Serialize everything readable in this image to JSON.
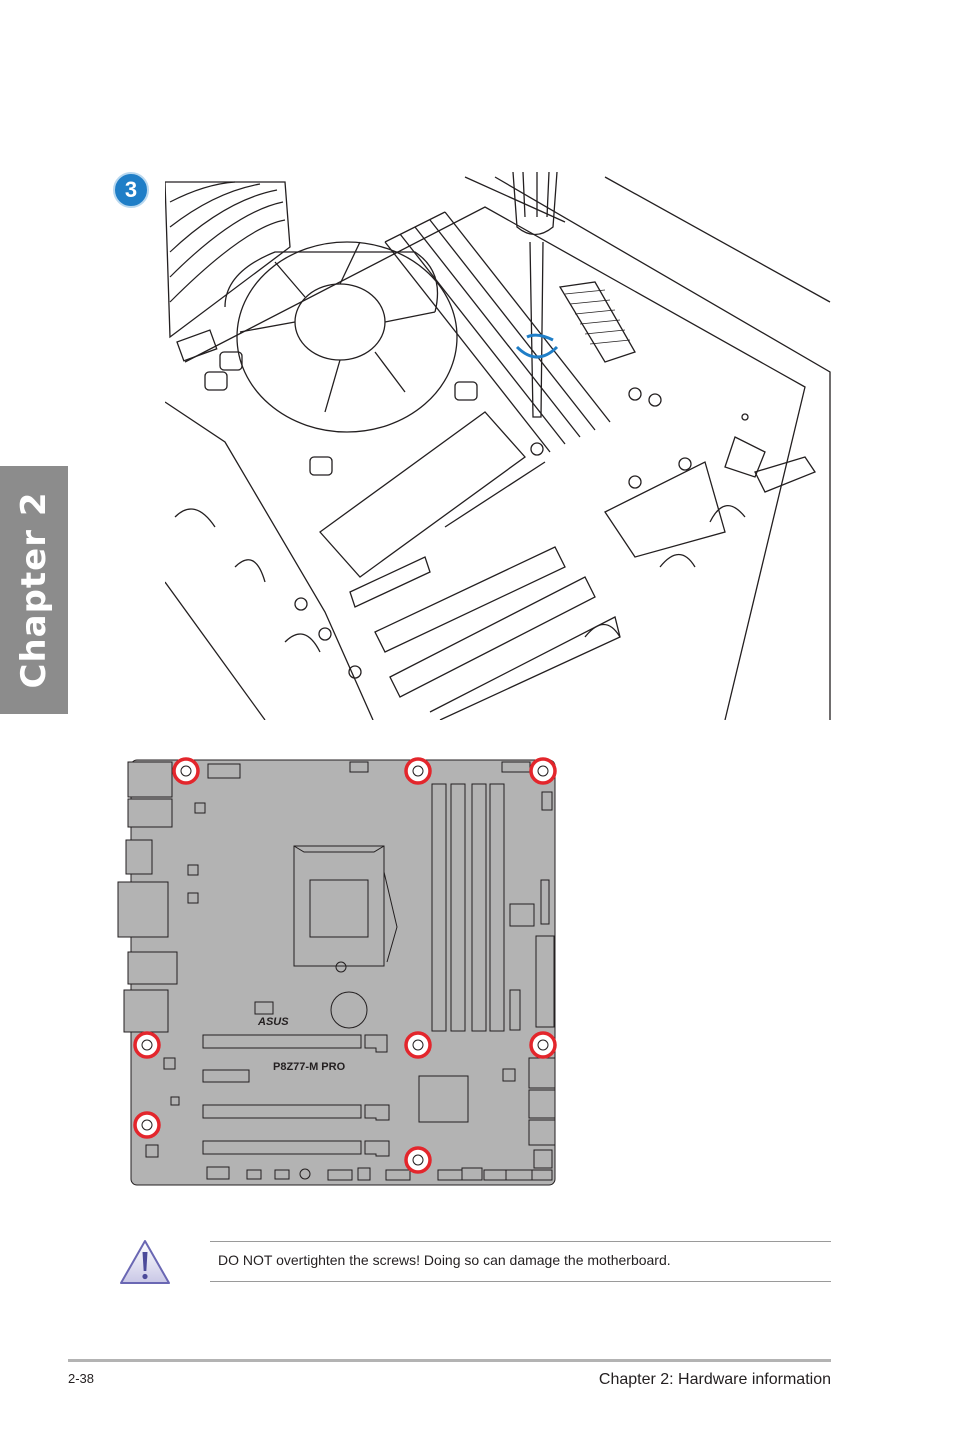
{
  "sidebar": {
    "chapter_label": "Chapter 2"
  },
  "step": {
    "number": "3"
  },
  "board": {
    "model_label": "P8Z77-M PRO",
    "brand_logo": "ASUS"
  },
  "note": {
    "icon": "caution-triangle-icon",
    "text": "DO NOT overtighten the screws! Doing so can damage the motherboard."
  },
  "footer": {
    "page_number": "2-38",
    "chapter_title": "Chapter 2: Hardware information"
  },
  "colors": {
    "tab_gray": "#8c8c8c",
    "step_blue": "#1f7ec7",
    "screw_marker_red": "#e3262c",
    "board_gray": "#b3b3b3"
  }
}
